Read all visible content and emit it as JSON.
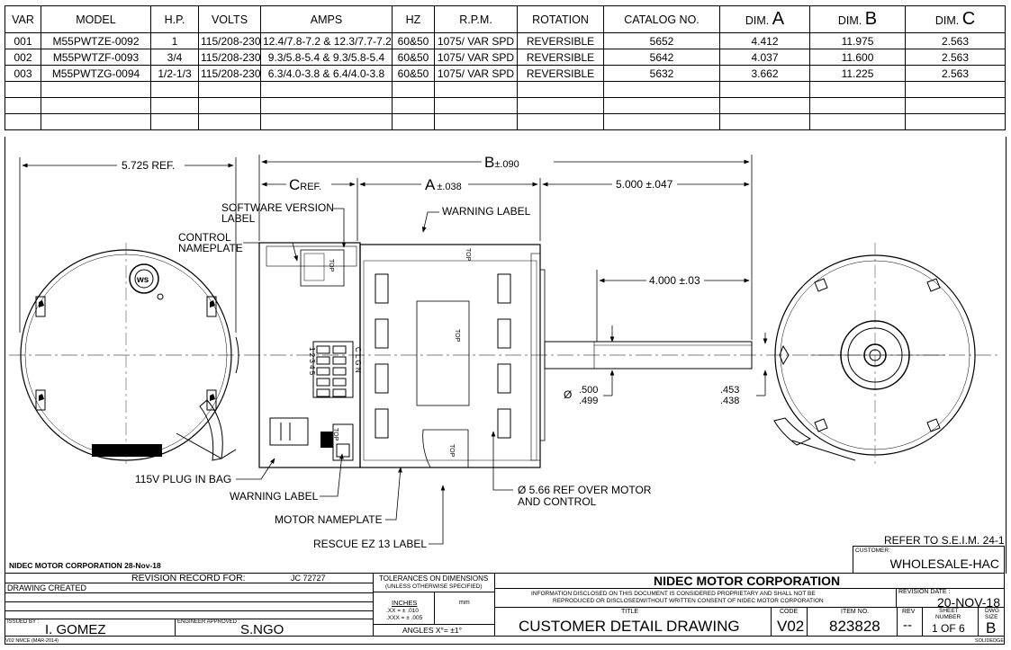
{
  "spec_table": {
    "headers": {
      "var": "VAR",
      "model": "MODEL",
      "hp": "H.P.",
      "volts": "VOLTS",
      "amps": "AMPS",
      "hz": "HZ",
      "rpm": "R.P.M.",
      "rotation": "ROTATION",
      "catalog": "CATALOG NO.",
      "dim_prefix": "DIM.",
      "dim_a": "A",
      "dim_b": "B",
      "dim_c": "C"
    },
    "rows": [
      {
        "var": "001",
        "model": "M55PWTZE-0092",
        "hp": "1",
        "volts": "115/208-230",
        "amps": "12.4/7.8-7.2 & 12.3/7.7-7.2",
        "hz": "60&50",
        "rpm": "1075/ VAR SPD",
        "rotation": "REVERSIBLE",
        "catalog": "5652",
        "dim_a": "4.412",
        "dim_b": "11.975",
        "dim_c": "2.563"
      },
      {
        "var": "002",
        "model": "M55PWTZF-0093",
        "hp": "3/4",
        "volts": "115/208-230",
        "amps": "9.3/5.8-5.4 & 9.3/5.8-5.4",
        "hz": "60&50",
        "rpm": "1075/ VAR SPD",
        "rotation": "REVERSIBLE",
        "catalog": "5642",
        "dim_a": "4.037",
        "dim_b": "11.600",
        "dim_c": "2.563"
      },
      {
        "var": "003",
        "model": "M55PWTZG-0094",
        "hp": "1/2-1/3",
        "volts": "115/208-230",
        "amps": "6.3/4.0-3.8 & 6.4/4.0-3.8",
        "hz": "60&50",
        "rpm": "1075/ VAR SPD",
        "rotation": "REVERSIBLE",
        "catalog": "5632",
        "dim_a": "3.662",
        "dim_b": "11.225",
        "dim_c": "2.563"
      }
    ]
  },
  "drawing": {
    "dim_ref_left": "5.725  REF.",
    "dim_b": "B",
    "dim_b_tol": "±.090",
    "dim_c": "C",
    "dim_c_ref": "REF.",
    "dim_a": "A",
    "dim_a_tol": "±.038",
    "dim_5": "5.000 ±.047",
    "dim_4": "4.000 ±.03",
    "software_label_1": "SOFTWARE VERSION",
    "software_label_2": "LABEL",
    "control_nameplate_1": "CONTROL",
    "control_nameplate_2": "NAMEPLATE",
    "warning_label_top": "WARNING LABEL",
    "plug_in_bag": "115V PLUG IN BAG",
    "warning_label_bottom": "WARNING LABEL",
    "motor_nameplate": "MOTOR NAMEPLATE",
    "rescue_label": "RESCUE EZ 13 LABEL",
    "diameter_note_1": "Ø  5.66  REF OVER MOTOR",
    "diameter_note_2": "AND CONTROL",
    "shaft_dia_hi": ".500",
    "shaft_dia_lo": ".499",
    "flat_hi": ".453",
    "flat_lo": ".438",
    "diameter_symbol": "Ø",
    "top_marks": [
      "TOP",
      "TOP",
      "TOP",
      "TOP",
      "TOP"
    ],
    "plug_letters": "C L G N",
    "plug_numbers": "1 2 3 4 5"
  },
  "title_block": {
    "refer_to": "REFER TO S.E.I.M. 24-1",
    "customer_label": "CUSTOMER:",
    "customer": "WHOLESALE-HAC",
    "corp_date_note": "NIDEC MOTOR CORPORATION 28-Nov-18",
    "revision_record": "REVISION RECORD FOR:",
    "jc_number": "JC 72727",
    "drawing_created": "DRAWING CREATED",
    "issued_by_label": "ISSUED BY :",
    "issued_by": "I. GOMEZ",
    "engineer_label": "ENGINEER APPROVED :",
    "engineer": "S.NGO",
    "tolerances_1": "TOLERANCES ON DIMENSIONS",
    "tolerances_2": "(UNLESS OTHERWISE SPECIFIED)",
    "inches": "INCHES",
    "mm": "mm",
    "tol_xx": ".XX = ± .010",
    "tol_xxx": ".XXX = ± .005",
    "angles": "ANGLES  X°= ±1°",
    "company": "NIDEC MOTOR CORPORATION",
    "disclaimer_1": "INFORMATION DISCLOSED ON THIS DOCUMENT IS CONSIDERED PROPRIETARY AND SHALL NOT BE",
    "disclaimer_2": "REPRODUCED OR DISCLOSEDWITHOUT WRITTEN CONSENT OF NIDEC MOTOR CORPORATION",
    "revision_date_label": "REVISION DATE :",
    "revision_date": "20-NOV-18",
    "title_label": "TITLE",
    "title": "CUSTOMER  DETAIL  DRAWING",
    "code_label": "CODE",
    "code": "V02",
    "item_label": "ITEM NO.",
    "item": "823828",
    "rev_label": "REV",
    "rev": "--",
    "sheet_label_1": "SHEET",
    "sheet_label_2": "NUMBER",
    "sheet": "1  OF  6",
    "dwg_size_label_1": "DWG",
    "dwg_size_label_2": "SIZE",
    "dwg_size": "B",
    "footer_left": "V02 NMCE (MAR-2014)",
    "footer_right": "SOLIDEDGE"
  }
}
